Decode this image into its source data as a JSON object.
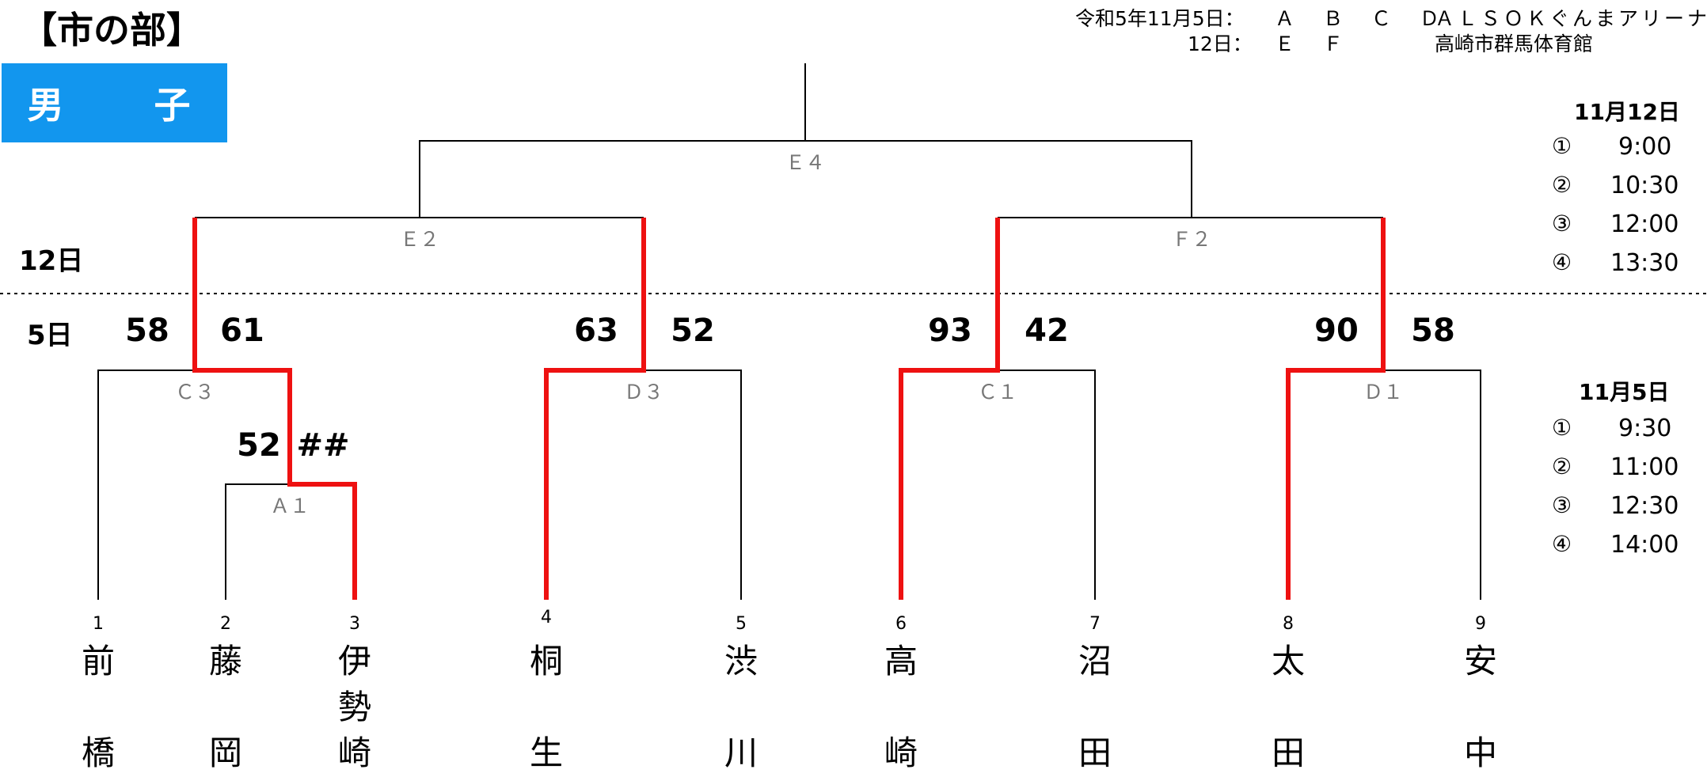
{
  "header": {
    "title": "【市の部】",
    "gender": "男　子",
    "date_line1": "令和5年11月5日：",
    "courts_line1": "Ａ Ｂ Ｃ Ｄ",
    "venue_line1": "ＡＬＳＯＫぐんまアリーナ",
    "date_line2": "12日：",
    "courts_line2": "Ｅ Ｆ",
    "venue_line2": "高崎市群馬体育館"
  },
  "day_labels": {
    "day12": "12日",
    "day5": "5日"
  },
  "matches": [
    {
      "id": "A1",
      "label": "Ａ１"
    },
    {
      "id": "C3",
      "label": "Ｃ３"
    },
    {
      "id": "D3",
      "label": "Ｄ３"
    },
    {
      "id": "C1",
      "label": "Ｃ１"
    },
    {
      "id": "D1",
      "label": "Ｄ１"
    },
    {
      "id": "E2",
      "label": "Ｅ２"
    },
    {
      "id": "F2",
      "label": "Ｆ２"
    },
    {
      "id": "E4",
      "label": "Ｅ４"
    }
  ],
  "scores": {
    "A1_left": "52",
    "A1_right": "##",
    "C3_left": "58",
    "C3_right": "61",
    "D3_left": "63",
    "D3_right": "52",
    "C1_left": "93",
    "C1_right": "42",
    "D1_left": "90",
    "D1_right": "58"
  },
  "teams": [
    {
      "seed": "1",
      "name": [
        "前",
        "橋"
      ]
    },
    {
      "seed": "2",
      "name": [
        "藤",
        "岡"
      ]
    },
    {
      "seed": "3",
      "name": [
        "伊",
        "勢",
        "崎"
      ]
    },
    {
      "seed": "4",
      "name": [
        "桐",
        "生"
      ]
    },
    {
      "seed": "5",
      "name": [
        "渋",
        "川"
      ]
    },
    {
      "seed": "6",
      "name": [
        "高",
        "崎"
      ]
    },
    {
      "seed": "7",
      "name": [
        "沼",
        "田"
      ]
    },
    {
      "seed": "8",
      "name": [
        "太",
        "田"
      ]
    },
    {
      "seed": "9",
      "name": [
        "安",
        "中"
      ]
    }
  ],
  "schedule_12": {
    "title": "11月12日",
    "rows": [
      {
        "no": "①",
        "time": "9:00"
      },
      {
        "no": "②",
        "time": "10:30"
      },
      {
        "no": "③",
        "time": "12:00"
      },
      {
        "no": "④",
        "time": "13:30"
      }
    ]
  },
  "schedule_5": {
    "title": "11月5日",
    "rows": [
      {
        "no": "①",
        "time": "9:30"
      },
      {
        "no": "②",
        "time": "11:00"
      },
      {
        "no": "③",
        "time": "12:30"
      },
      {
        "no": "④",
        "time": "14:00"
      }
    ]
  },
  "colors": {
    "winner_line": "#ee1111",
    "bracket_line": "#000000",
    "header_box": "#1296ee",
    "match_label": "#777777"
  }
}
